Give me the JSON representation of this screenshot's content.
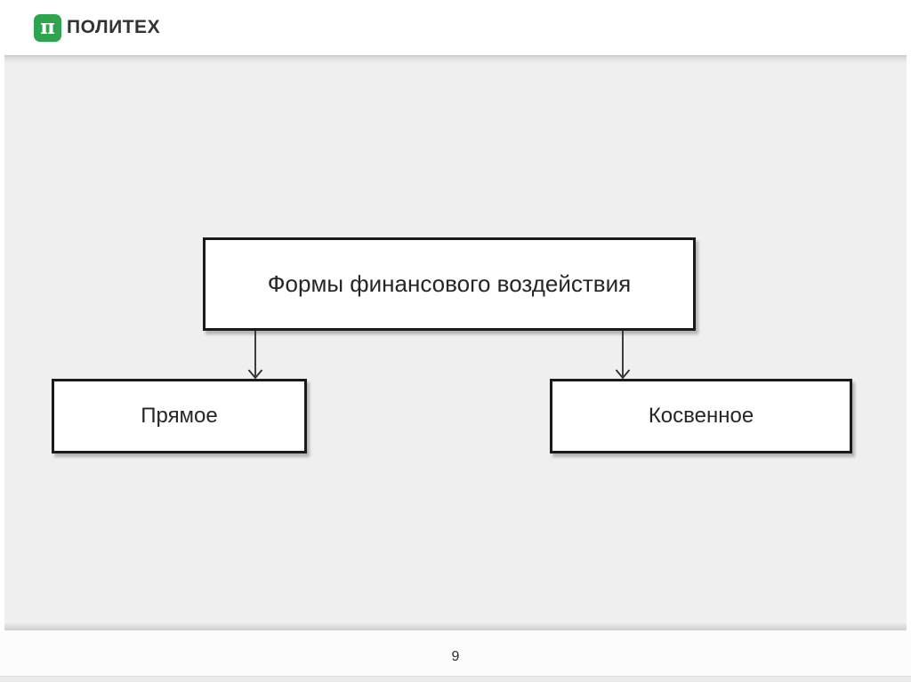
{
  "header": {
    "logo": {
      "symbol": "π",
      "brand": "ПОЛИТЕХ",
      "brand_color": "#2ea44f"
    }
  },
  "diagram": {
    "root": {
      "label": "Формы финансового воздействия"
    },
    "children": [
      {
        "label": "Прямое"
      },
      {
        "label": "Косвенное"
      }
    ]
  },
  "footer": {
    "page_number": "9"
  },
  "colors": {
    "slide_background": "#efefef",
    "box_fill": "#ffffff",
    "box_border": "#1a1a1a",
    "box_text": "#262626",
    "arrow": "#2b2b2b",
    "logo_green": "#2ea44f",
    "header_background": "#ffffff",
    "footer_background": "#fcfcfc"
  }
}
